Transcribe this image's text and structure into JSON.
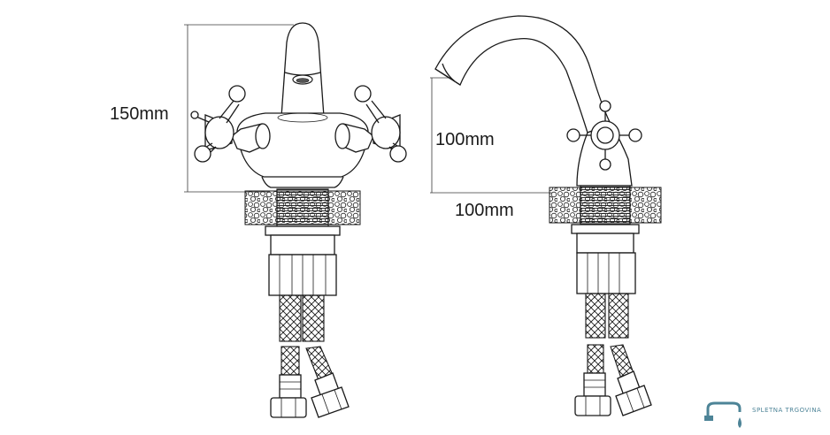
{
  "dimensions": {
    "front_height": "150mm",
    "side_height": "100mm",
    "side_reach": "100mm"
  },
  "watermark": {
    "brand_text": "SPLETNA TRGOVINA",
    "brand_subtext": "",
    "logo_icon": "faucet-drop-logo-icon",
    "brand_color": "#2f6f86"
  }
}
